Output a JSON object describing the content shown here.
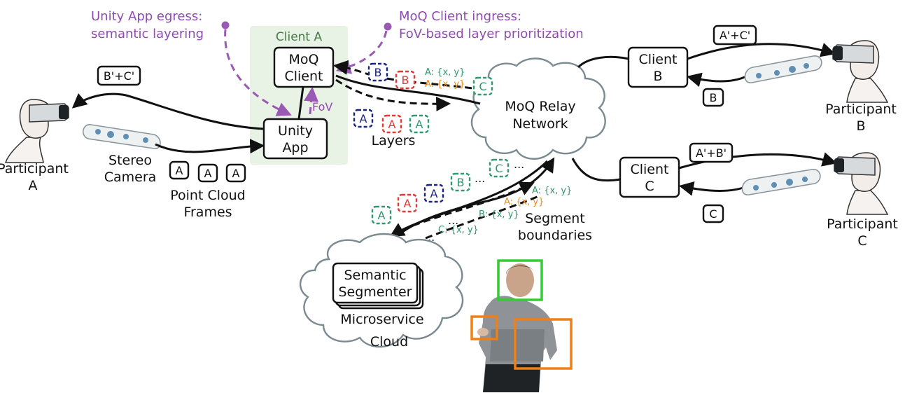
{
  "annotations": {
    "egress_line1": "Unity App egress:",
    "egress_line2": "semantic layering",
    "ingress_line1": "MoQ Client ingress:",
    "ingress_line2": "FoV-based layer prioritization"
  },
  "client_a": {
    "title": "Client A",
    "moq_line1": "MoQ",
    "moq_line2": "Client",
    "unity_line1": "Unity",
    "unity_line2": "App",
    "fov": "FoV"
  },
  "participant_a": {
    "line1": "Participant",
    "line2": "A",
    "received": "B'+C'"
  },
  "stereo_camera": {
    "line1": "Stereo",
    "line2": "Camera"
  },
  "point_cloud": {
    "frame_label": "A",
    "line1": "Point Cloud",
    "line2": "Frames"
  },
  "layers_label": "Layers",
  "relay": {
    "line1": "MoQ Relay",
    "line2": "Network"
  },
  "client_b": {
    "line1": "Client",
    "line2": "B",
    "received": "A'+C'",
    "sent": "B",
    "participant_line1": "Participant",
    "participant_line2": "B"
  },
  "client_c": {
    "line1": "Client",
    "line2": "C",
    "received": "A'+B'",
    "sent": "C",
    "participant_line1": "Participant",
    "participant_line2": "C"
  },
  "layer_tags": {
    "a": "A",
    "b": "B",
    "c": "C"
  },
  "boundary_labels": {
    "a": "A: {x, y}",
    "b": "B: {x, y}",
    "c": "C: {x, y}"
  },
  "ellipsis": "...",
  "segment_label": {
    "line1": "Segment",
    "line2": "boundaries"
  },
  "segmenter": {
    "line1": "Semantic",
    "line2": "Segmenter"
  },
  "cloud_label": {
    "line1": "Microservice",
    "line2": "Cloud"
  },
  "colors": {
    "purple": "#8e4bb0",
    "green_region": "#e8f3e5",
    "layer_a": "#2e9a6e",
    "layer_b": "#1a237e",
    "layer_red": "#e53935",
    "boundary_orange": "#ef8a17",
    "face_box": "#33cc33",
    "hand_box": "#f07f16"
  }
}
